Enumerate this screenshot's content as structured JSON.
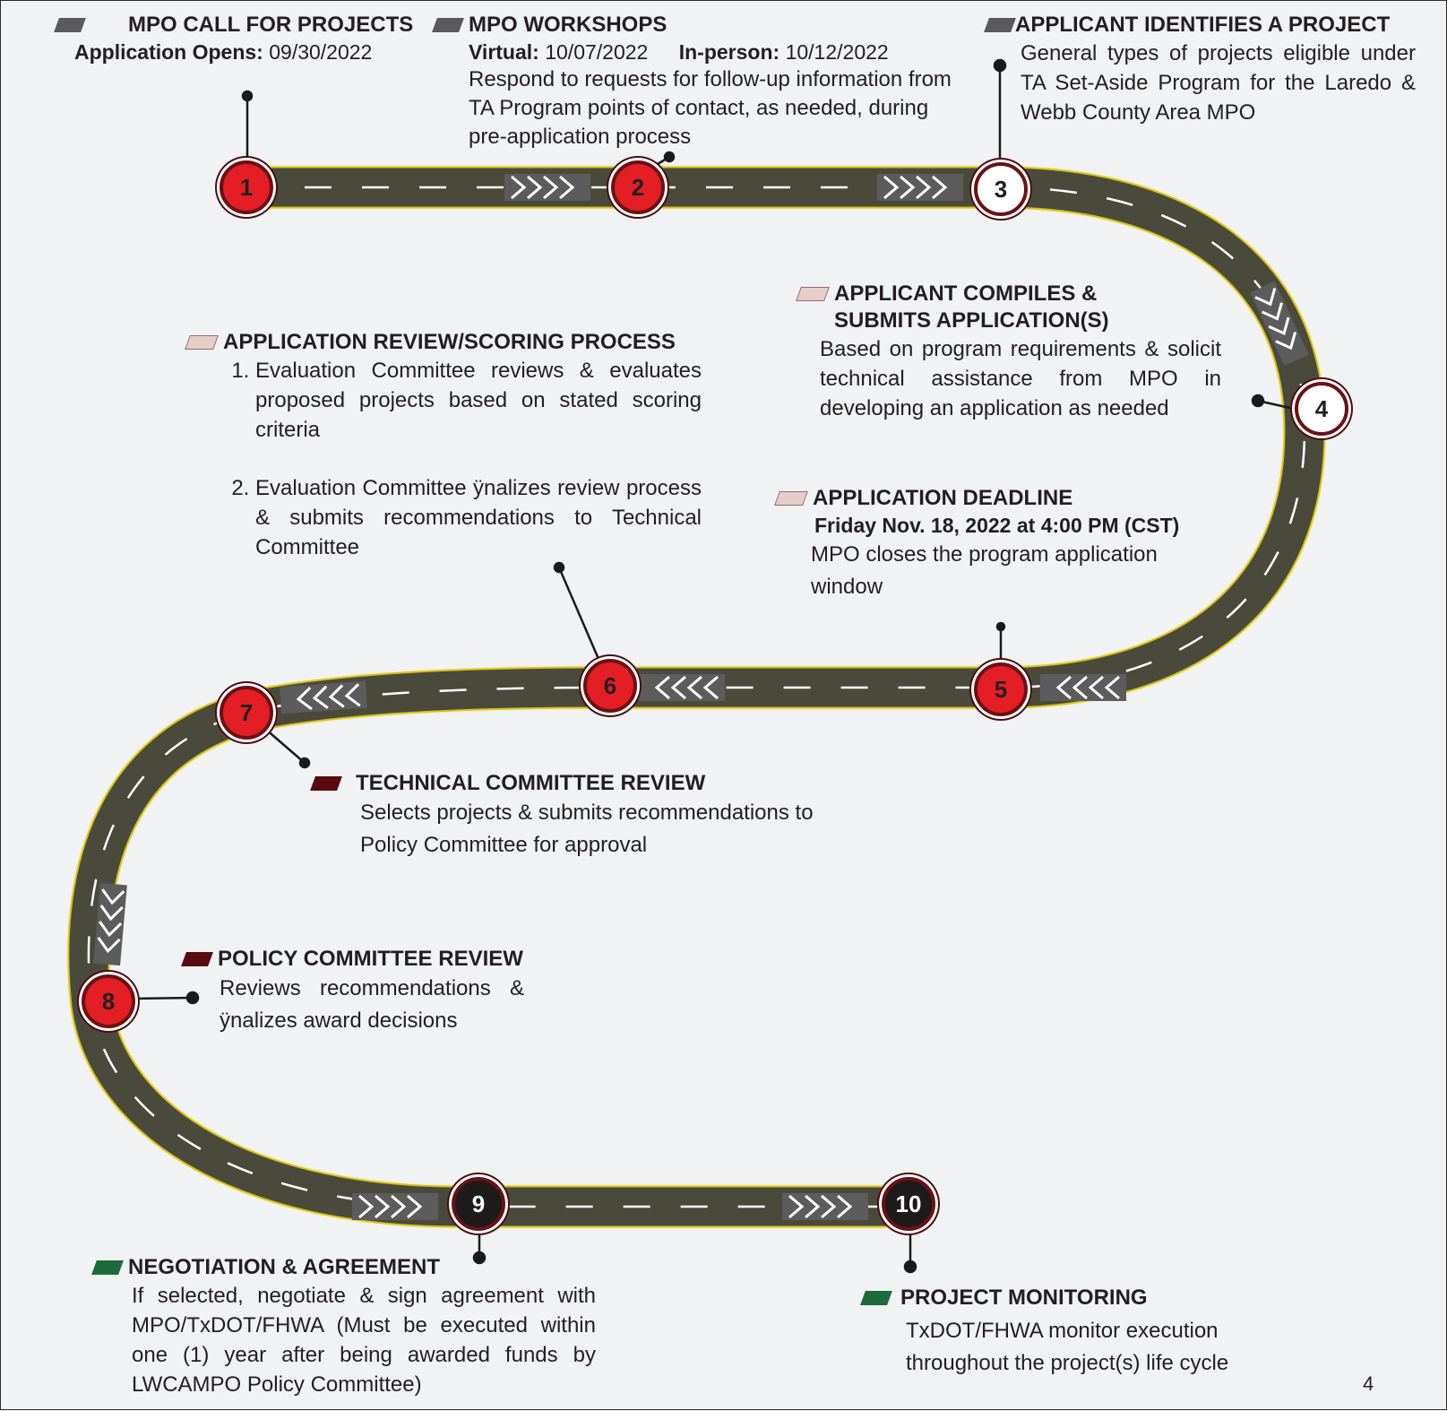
{
  "steps": [
    {
      "number": "1",
      "title": "MPO CALL FOR PROJECTS",
      "lines": [
        {
          "bold": "Application Opens:",
          "text": " 09/30/2022"
        }
      ]
    },
    {
      "number": "2",
      "title": "MPO WORKSHOPS",
      "lines": [
        {
          "bold": "Virtual:",
          "text": " 10/07/2022"
        },
        {
          "bold": "In-person:",
          "text": " 10/12/2022"
        }
      ],
      "description": "Respond to requests for follow-up information from TA Program points of contact, as needed, during pre-application process"
    },
    {
      "number": "3",
      "title": "APPLICANT IDENTIFIES A PROJECT",
      "description": "General types of projects eligible under TA Set-Aside Program for the Laredo & Webb County Area MPO"
    },
    {
      "number": "4",
      "title": "APPLICANT COMPILES &\nSUBMITS APPLICATION(S)",
      "description": "Based on program requirements & solicit technical assistance from MPO in developing an application as  needed"
    },
    {
      "number": "5",
      "title": "APPLICATION DEADLINE",
      "bold_line": "Friday Nov. 18, 2022 at 4:00 PM (CST)",
      "description": "MPO closes the program application window"
    },
    {
      "number": "6",
      "title": "APPLICATION REVIEW/SCORING PROCESS",
      "items": [
        "Evaluation Committee reviews & evaluates proposed projects based on stated scoring criteria",
        "Evaluation Committee ÿnalizes review process & submits recommendations to Technical Committee"
      ]
    },
    {
      "number": "7",
      "title": "TECHNICAL COMMITTEE REVIEW",
      "description": "Selects projects & submits recommendations to Policy Committee for approval"
    },
    {
      "number": "8",
      "title": "POLICY COMMITTEE REVIEW",
      "description": "Reviews recommendations & ÿnalizes award decisions"
    },
    {
      "number": "9",
      "title": "NEGOTIATION & AGREEMENT",
      "description": "If selected, negotiate & sign agreement with MPO/TxDOT/FHWA (Must be executed within one (1) year after being awarded funds by LWCAMPO Policy Committee)"
    },
    {
      "number": "10",
      "title": "PROJECT MONITORING",
      "description": "TxDOT/FHWA monitor execution throughout the project(s) life cycle"
    }
  ],
  "page_number": "4",
  "colors": {
    "road": "#4a4a3c",
    "edge_line": "#e8d21a",
    "marker_red": "#e31e24",
    "marker_black": "#1c1a1b",
    "tag_gray": "#5a5a5c",
    "tag_pink": "#e7cdca",
    "tag_maroon": "#5a0a0d",
    "tag_green": "#1e6b3a"
  }
}
